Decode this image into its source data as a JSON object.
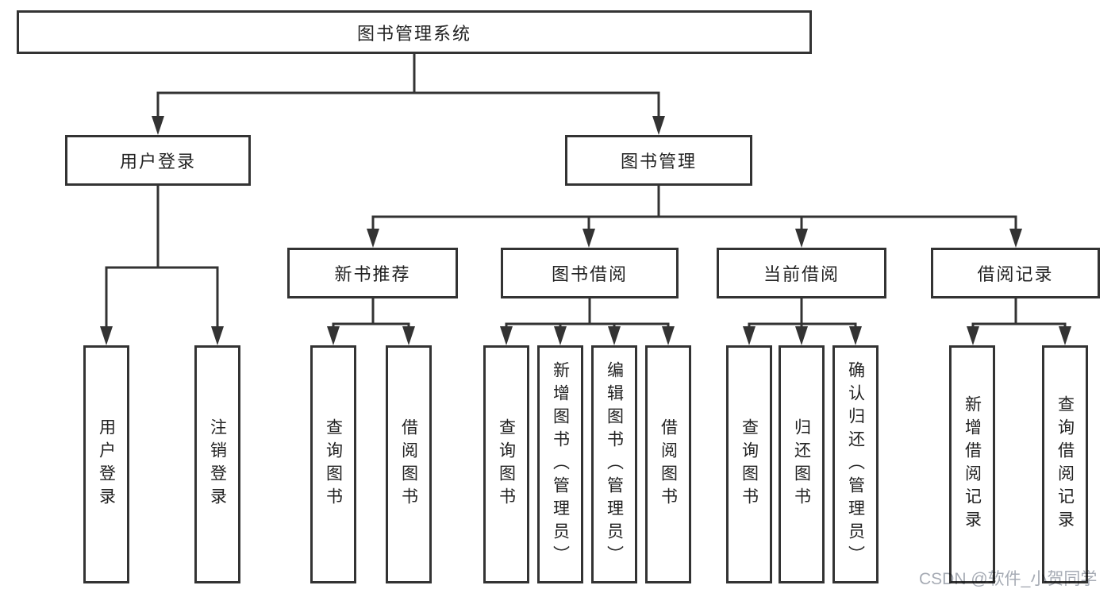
{
  "diagram": {
    "type": "hierarchy-tree",
    "tree": {
      "root": {
        "label": "图书管理系统",
        "children": [
          {
            "label": "用户登录",
            "children": [
              {
                "label": "用户登录"
              },
              {
                "label": "注销登录"
              }
            ]
          },
          {
            "label": "图书管理",
            "children": [
              {
                "label": "新书推荐",
                "children": [
                  {
                    "label": "查询图书"
                  },
                  {
                    "label": "借阅图书"
                  }
                ]
              },
              {
                "label": "图书借阅",
                "children": [
                  {
                    "label": "查询图书"
                  },
                  {
                    "label": "新增图书（管理员）"
                  },
                  {
                    "label": "编辑图书（管理员）"
                  },
                  {
                    "label": "借阅图书"
                  }
                ]
              },
              {
                "label": "当前借阅",
                "children": [
                  {
                    "label": "查询图书"
                  },
                  {
                    "label": "归还图书"
                  },
                  {
                    "label": "确认归还（管理员）"
                  }
                ]
              },
              {
                "label": "借阅记录",
                "children": [
                  {
                    "label": "新增借阅记录"
                  },
                  {
                    "label": "查询借阅记录"
                  }
                ]
              }
            ]
          }
        ]
      }
    },
    "colors": {
      "line": "#333333",
      "box_border": "#333333",
      "box_fill": "#ffffff",
      "text": "#222222",
      "watermark": "#a6abb4",
      "background": "#ffffff"
    }
  },
  "watermark": {
    "text": "CSDN @软件_小贺同学"
  }
}
